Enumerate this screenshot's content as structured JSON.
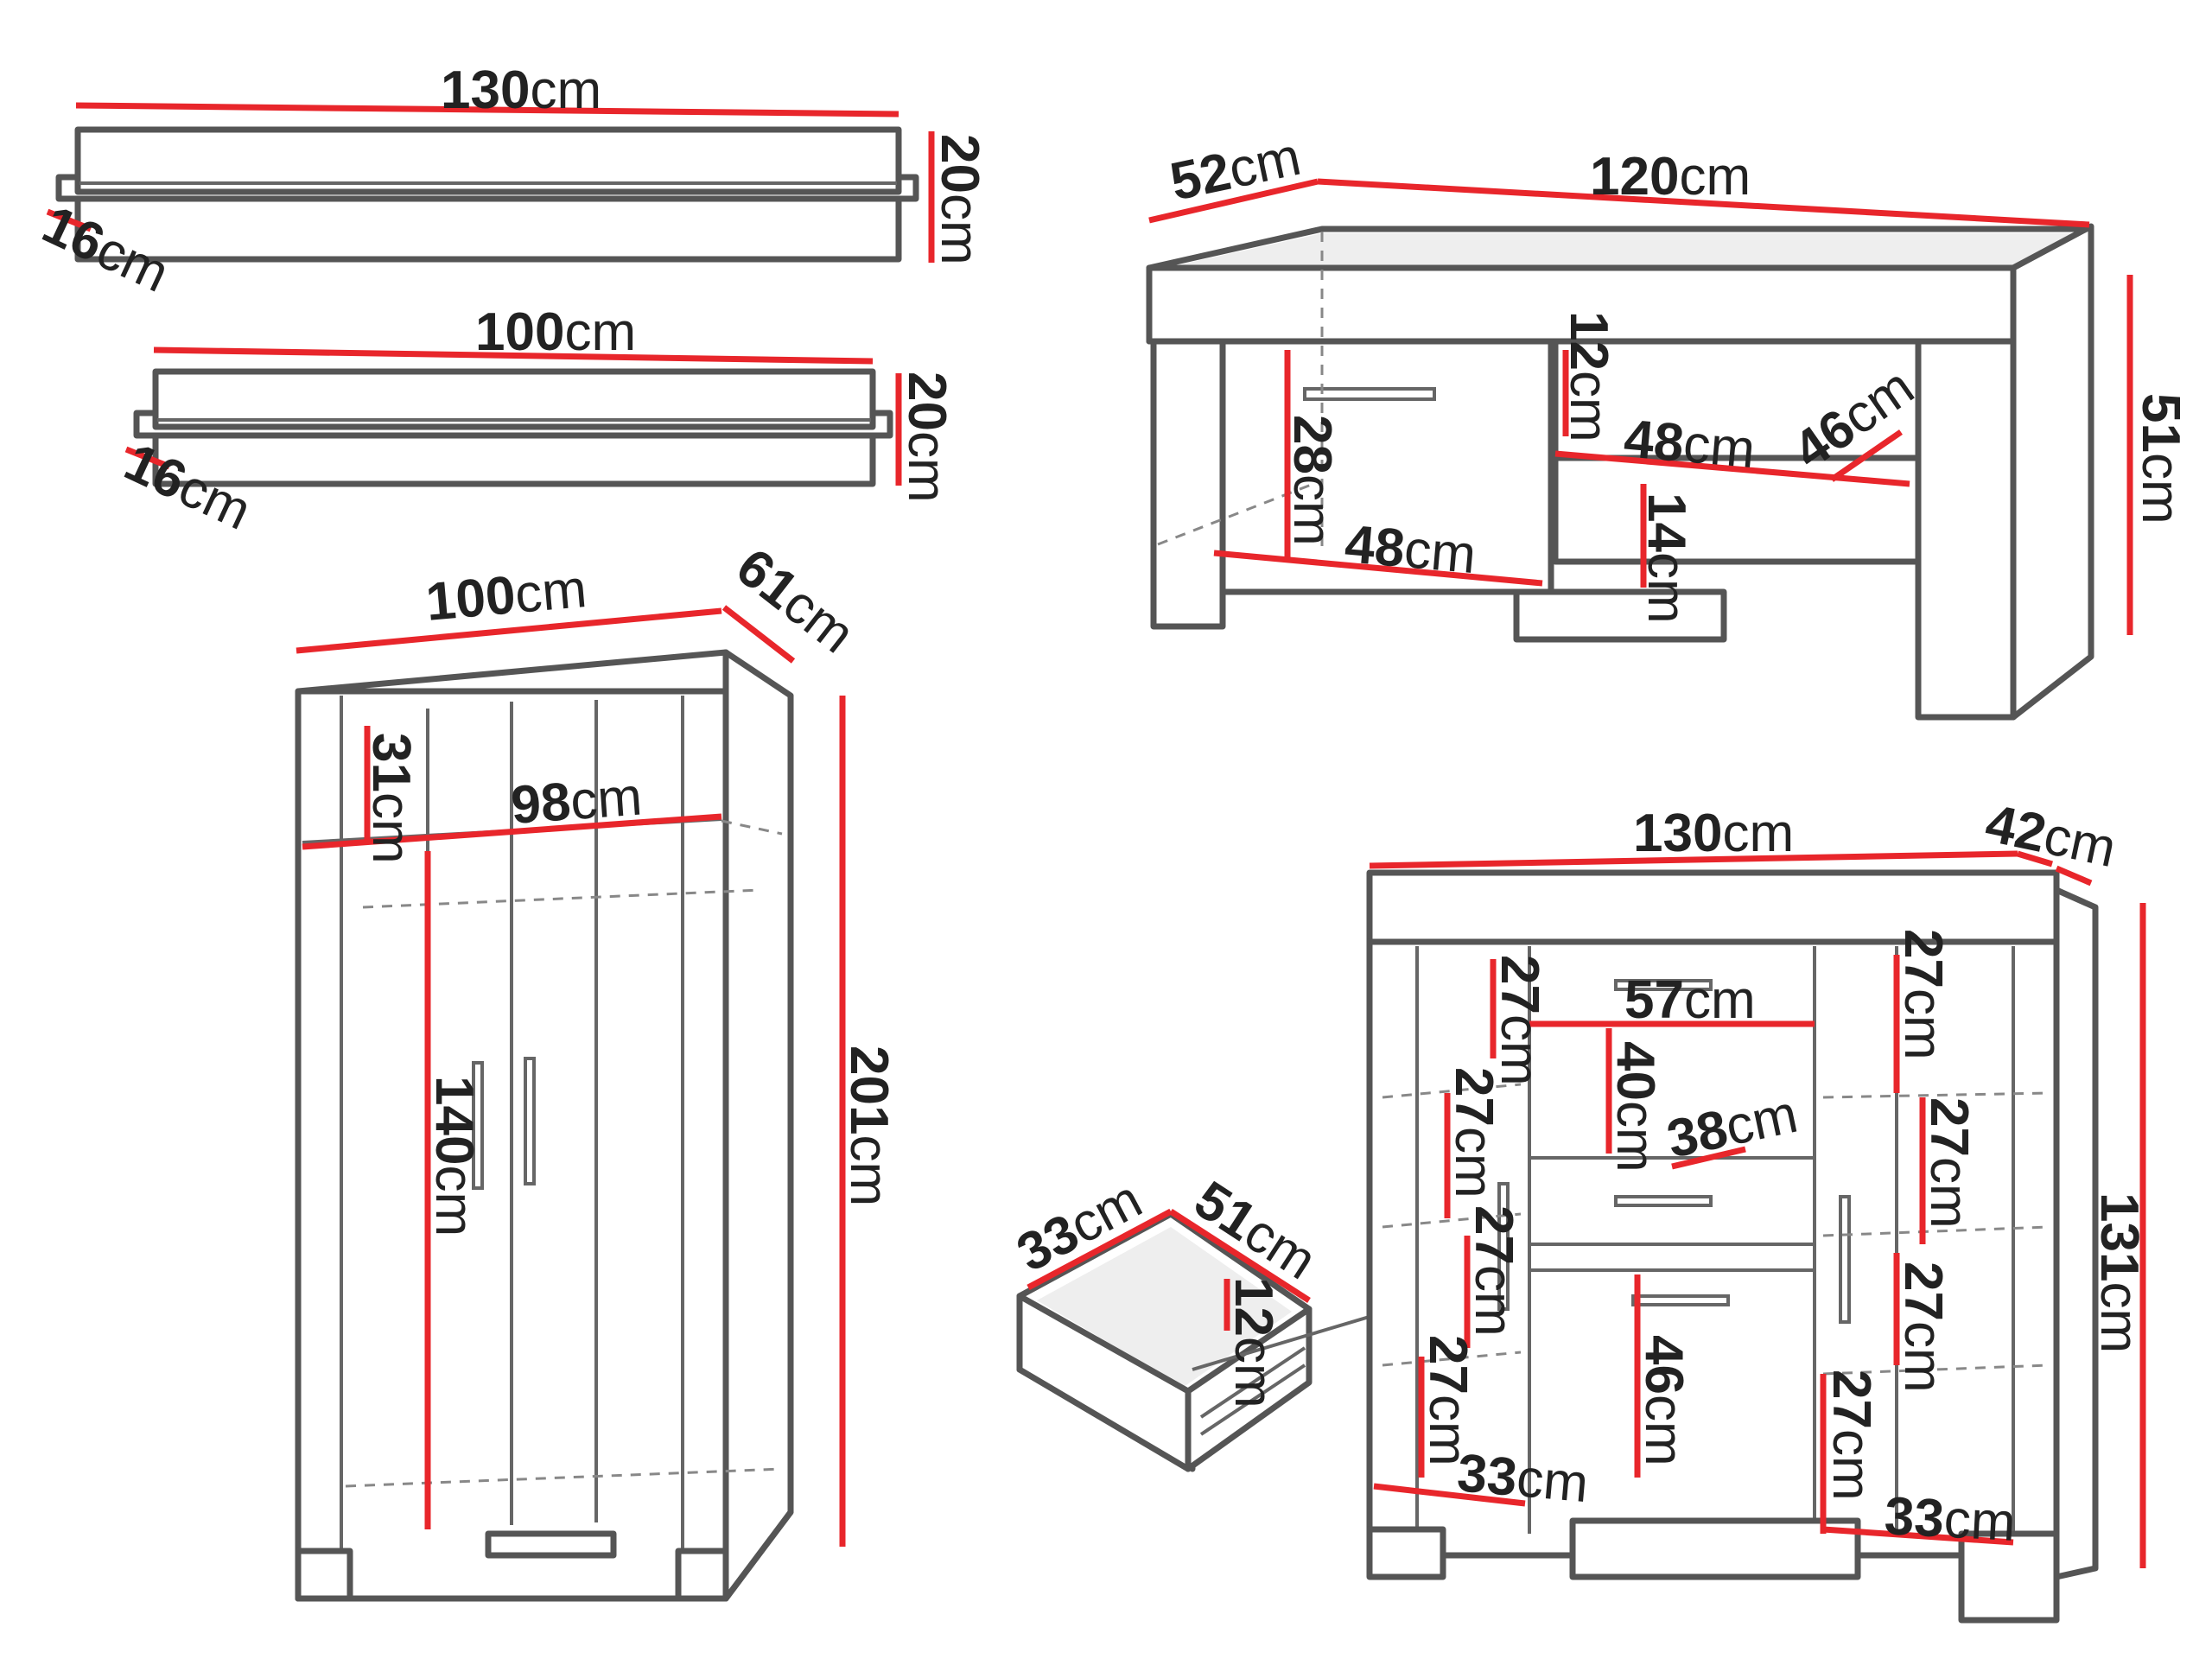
{
  "unit": "cm",
  "shelf_large": {
    "width": "130",
    "height": "20",
    "depth": "16"
  },
  "shelf_small": {
    "width": "100",
    "height": "20",
    "depth": "16"
  },
  "tv_stand": {
    "width": "120",
    "depth": "52",
    "height": "51",
    "drawer_height": "28",
    "drawer_width": "48",
    "upper_compartment_height": "12",
    "compartment_width": "48",
    "compartment_depth": "46",
    "lower_compartment_height": "14"
  },
  "wardrobe": {
    "width": "100",
    "depth": "61",
    "height": "201",
    "top_compartment_height": "31",
    "inner_width": "98",
    "hanging_height": "140"
  },
  "drawer": {
    "width": "33",
    "depth": "51",
    "height": "12"
  },
  "sideboard": {
    "width": "130",
    "depth": "42",
    "height": "131",
    "left_shelf_heights": [
      "27",
      "27",
      "27",
      "27"
    ],
    "right_shelf_heights": [
      "27",
      "27",
      "27",
      "27"
    ],
    "center_width": "57",
    "center_top_height": "40",
    "drawer_depth": "38",
    "bottom_door_height": "46",
    "left_bottom_width": "33",
    "right_bottom_width": "33"
  }
}
